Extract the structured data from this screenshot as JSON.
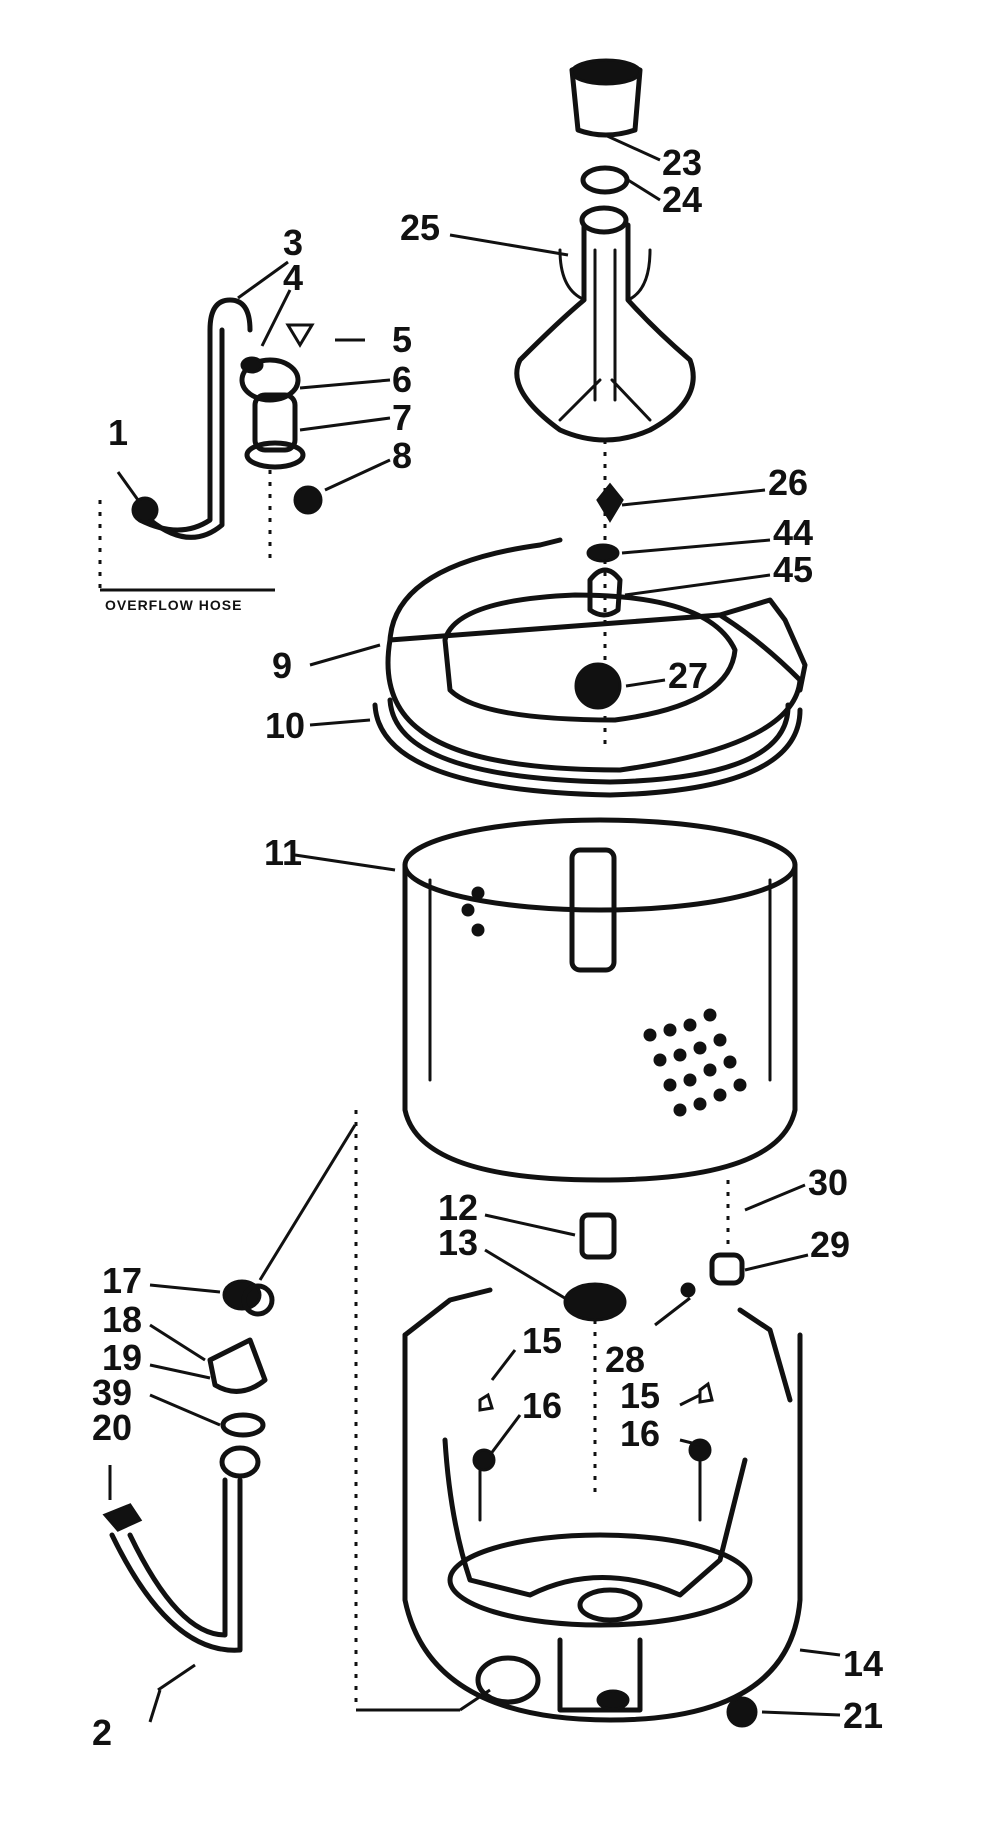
{
  "parts": [
    {
      "id": "1",
      "label": "1"
    },
    {
      "id": "2",
      "label": "2"
    },
    {
      "id": "3",
      "label": "3"
    },
    {
      "id": "4",
      "label": "4"
    },
    {
      "id": "5",
      "label": "5"
    },
    {
      "id": "6",
      "label": "6"
    },
    {
      "id": "7",
      "label": "7"
    },
    {
      "id": "8",
      "label": "8"
    },
    {
      "id": "9",
      "label": "9"
    },
    {
      "id": "10",
      "label": "10"
    },
    {
      "id": "11",
      "label": "11"
    },
    {
      "id": "12",
      "label": "12"
    },
    {
      "id": "13",
      "label": "13"
    },
    {
      "id": "14",
      "label": "14"
    },
    {
      "id": "15a",
      "label": "15"
    },
    {
      "id": "15b",
      "label": "15"
    },
    {
      "id": "16a",
      "label": "16"
    },
    {
      "id": "16b",
      "label": "16"
    },
    {
      "id": "17",
      "label": "17"
    },
    {
      "id": "18",
      "label": "18"
    },
    {
      "id": "19",
      "label": "19"
    },
    {
      "id": "20",
      "label": "20"
    },
    {
      "id": "21",
      "label": "21"
    },
    {
      "id": "23",
      "label": "23"
    },
    {
      "id": "24",
      "label": "24"
    },
    {
      "id": "25",
      "label": "25"
    },
    {
      "id": "26",
      "label": "26"
    },
    {
      "id": "27",
      "label": "27"
    },
    {
      "id": "28",
      "label": "28"
    },
    {
      "id": "29",
      "label": "29"
    },
    {
      "id": "30",
      "label": "30"
    },
    {
      "id": "39",
      "label": "39"
    },
    {
      "id": "44",
      "label": "44"
    },
    {
      "id": "45",
      "label": "45"
    }
  ],
  "inset_caption": "OVERFLOW HOSE"
}
